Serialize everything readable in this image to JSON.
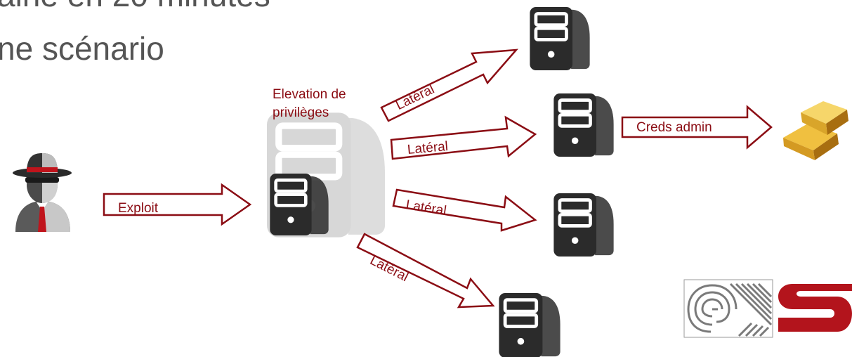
{
  "slide": {
    "title_line1": "aine en 20 minutes",
    "title_line2": "ne scénario"
  },
  "labels": {
    "exploit": "Exploit",
    "elevation_line1": "Elevation de",
    "elevation_line2": "privilèges",
    "lateral_1": "Latéral",
    "lateral_2": "Latéral",
    "lateral_3": "Latéral",
    "lateral_4": "Latéral",
    "creds_admin": "Creds admin"
  },
  "icons": {
    "attacker": "spy-hacker-icon",
    "server": "server-tower-icon",
    "gold": "gold-bars-icon",
    "logo": "maze-s-logo"
  },
  "colors": {
    "arrow_stroke": "#8b0d14",
    "label_text": "#8b0d14",
    "server_dark": "#2b2b2b",
    "server_ghost": "#d7d7d7",
    "title_text": "#555555",
    "logo_red": "#b3141c"
  }
}
